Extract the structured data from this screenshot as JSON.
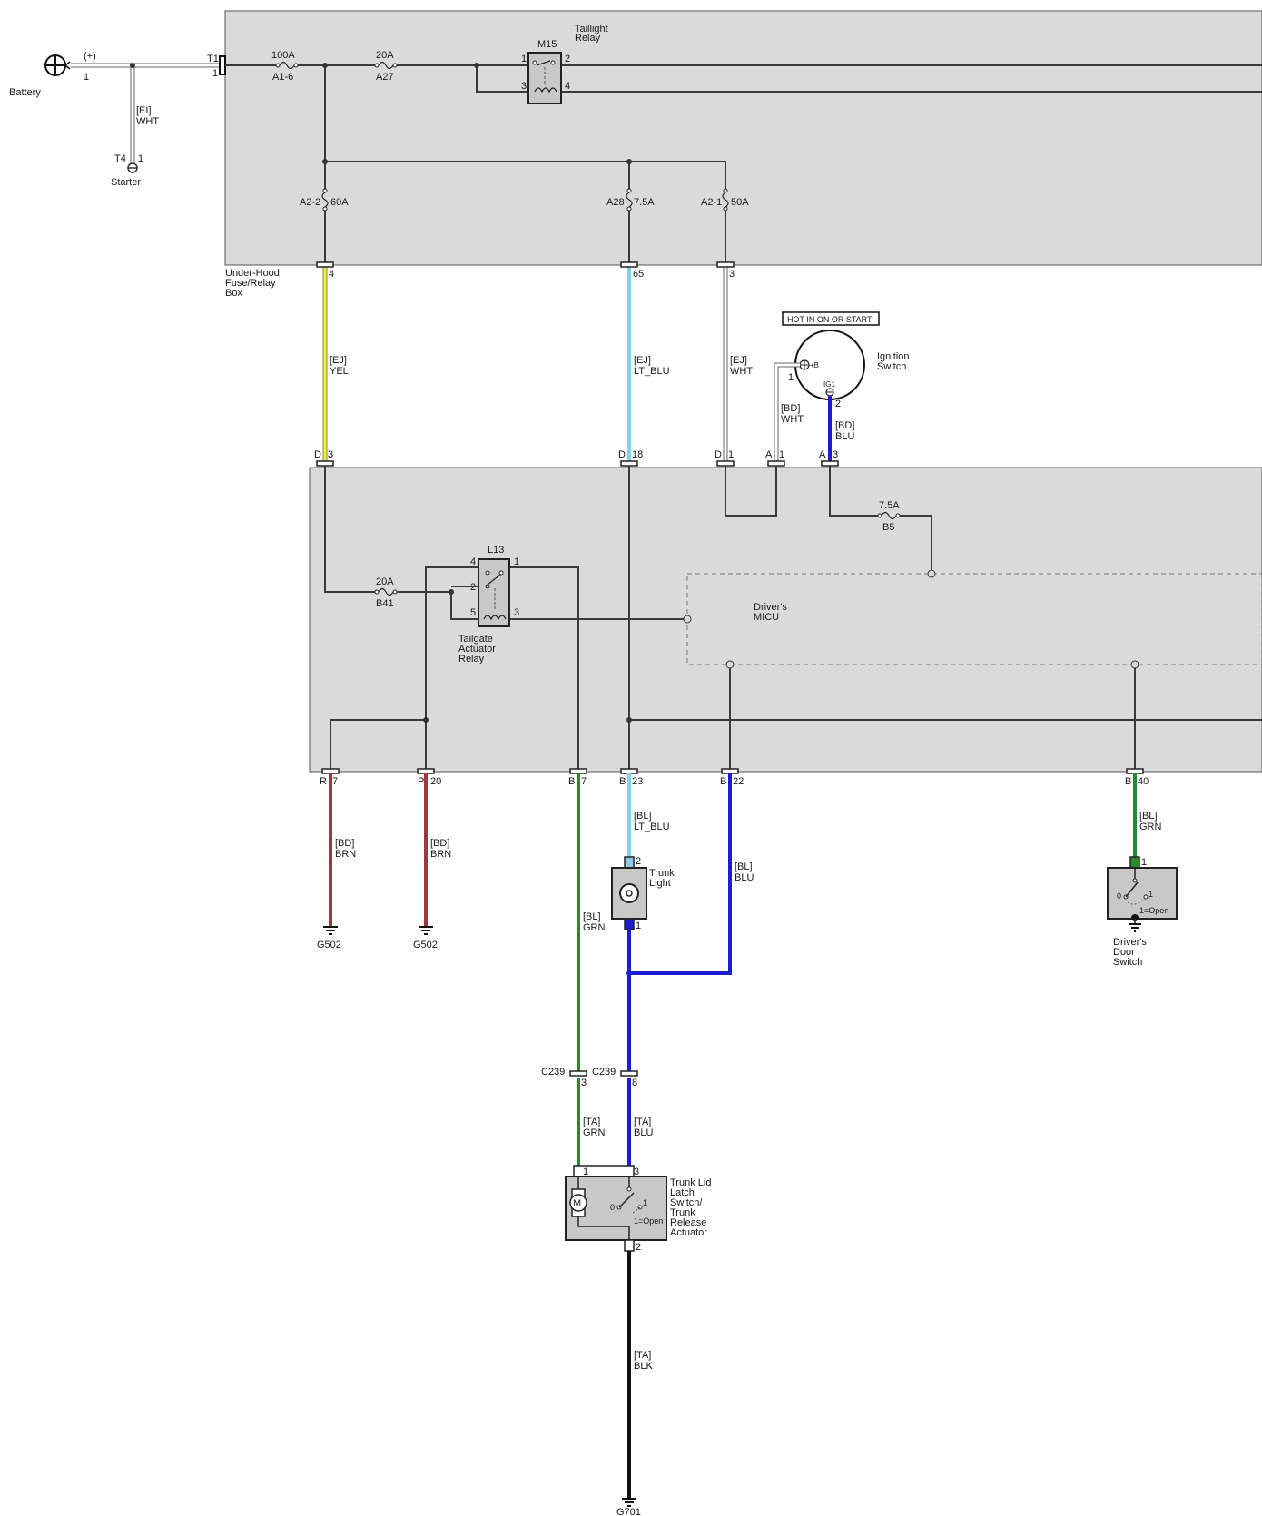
{
  "colors": {
    "yellow": "#f0f040",
    "lt_blue": "#8ecde8",
    "white_wire": "#ffffff",
    "blue": "#1c1cd4",
    "brown": "#a0373c",
    "green": "#2a8a2a",
    "black": "#111111",
    "box_fill": "#dadada"
  },
  "labels": {
    "battery": "Battery",
    "plus": "(+)",
    "bat_pin": "1",
    "ei_wht_code": "[EI]",
    "ei_wht_color": "WHT",
    "t4": "T4",
    "t4_pin": "1",
    "starter": "Starter",
    "t1": "T1",
    "t1_pin": "1",
    "fuse_100a": "100A",
    "fuse_a1_6": "A1-6",
    "fuse_20a_top": "20A",
    "fuse_a27": "A27",
    "m15": "M15",
    "taillight_relay_1": "Taillight",
    "taillight_relay_2": "Relay",
    "m15_p1": "1",
    "m15_p2": "2",
    "m15_p3": "3",
    "m15_p4": "4",
    "fuse_a2_2": "A2-2",
    "fuse_60a": "60A",
    "fuse_a28": "A28",
    "fuse_7_5a_top": "7.5A",
    "fuse_a2_1": "A2-1",
    "fuse_50a": "50A",
    "uhfb_1": "Under-Hood",
    "uhfb_2": "Fuse/Relay",
    "uhfb_3": "Box",
    "pin_4": "4",
    "pin_65": "65",
    "pin_3": "3",
    "ej_yel_code": "[EJ]",
    "ej_yel_color": "YEL",
    "ej_ltblu_code": "[EJ]",
    "ej_ltblu_color": "LT_BLU",
    "ej_wht_code": "[EJ]",
    "ej_wht_color": "WHT",
    "hot_in": "HOT IN ON OR START",
    "ign_1": "Ignition",
    "ign_2": "Switch",
    "ign_pb": "+B",
    "ign_ig1": "IG1",
    "ign_p1": "1",
    "ign_p2": "2",
    "bd_wht_code": "[BD]",
    "bd_wht_color": "WHT",
    "bd_blu_code": "[BD]",
    "bd_blu_color": "BLU",
    "d3_l": "D",
    "d3_n": "3",
    "d18_l": "D",
    "d18_n": "18",
    "d1_l": "D",
    "d1_n": "1",
    "a1_l": "A",
    "a1_n": "1",
    "a3_l": "A",
    "a3_n": "3",
    "fuse_7_5a_b5": "7.5A",
    "fuse_b5": "B5",
    "l13": "L13",
    "l13_p4": "4",
    "l13_p1": "1",
    "l13_p2": "2",
    "l13_p5": "5",
    "l13_p3": "3",
    "fuse_20a_b41": "20A",
    "fuse_b41": "B41",
    "tail_1": "Tailgate",
    "tail_2": "Actuator",
    "tail_3": "Relay",
    "micu_1": "Driver's",
    "micu_2": "MICU",
    "r7_l": "R",
    "r7_n": "7",
    "p20_l": "P",
    "p20_n": "20",
    "b7_l": "B",
    "b7_n": "7",
    "b23_l": "B",
    "b23_n": "23",
    "b22_l": "B",
    "b22_n": "22",
    "b40_l": "B",
    "b40_n": "40",
    "bd_brn1_code": "[BD]",
    "bd_brn1_color": "BRN",
    "bd_brn2_code": "[BD]",
    "bd_brn2_color": "BRN",
    "g502_a": "G502",
    "g502_b": "G502",
    "bl_grn_code": "[BL]",
    "bl_grn_color": "GRN",
    "bl_ltblu_code": "[BL]",
    "bl_ltblu_color": "LT_BLU",
    "bl_blu_code": "[BL]",
    "bl_blu_color": "BLU",
    "bl_grn2_code": "[BL]",
    "bl_grn2_color": "GRN",
    "trunk_light_1": "Trunk",
    "trunk_light_2": "Light",
    "tl_p2": "2",
    "tl_p1": "1",
    "dds_p1": "1",
    "dds_0": "0",
    "dds_1": "1",
    "dds_open": "1=Open",
    "dds_1_label": "Driver's",
    "dds_2_label": "Door",
    "dds_3_label": "Switch",
    "c239_a": "C239",
    "c239_a_pin": "3",
    "c239_b": "C239",
    "c239_b_pin": "8",
    "ta_grn_code": "[TA]",
    "ta_grn_color": "GRN",
    "ta_blu_code": "[TA]",
    "ta_blu_color": "BLU",
    "tla_p1": "1",
    "tla_p3": "3",
    "tla_p2": "2",
    "tla_0": "0",
    "tla_1": "1",
    "tla_open": "1=Open",
    "tla_m": "M",
    "tla_1_label": "Trunk Lid",
    "tla_2_label": "Latch",
    "tla_3_label": "Switch/",
    "tla_4_label": "Trunk",
    "tla_5_label": "Release",
    "tla_6_label": "Actuator",
    "ta_blk_code": "[TA]",
    "ta_blk_color": "BLK",
    "g701": "G701"
  }
}
